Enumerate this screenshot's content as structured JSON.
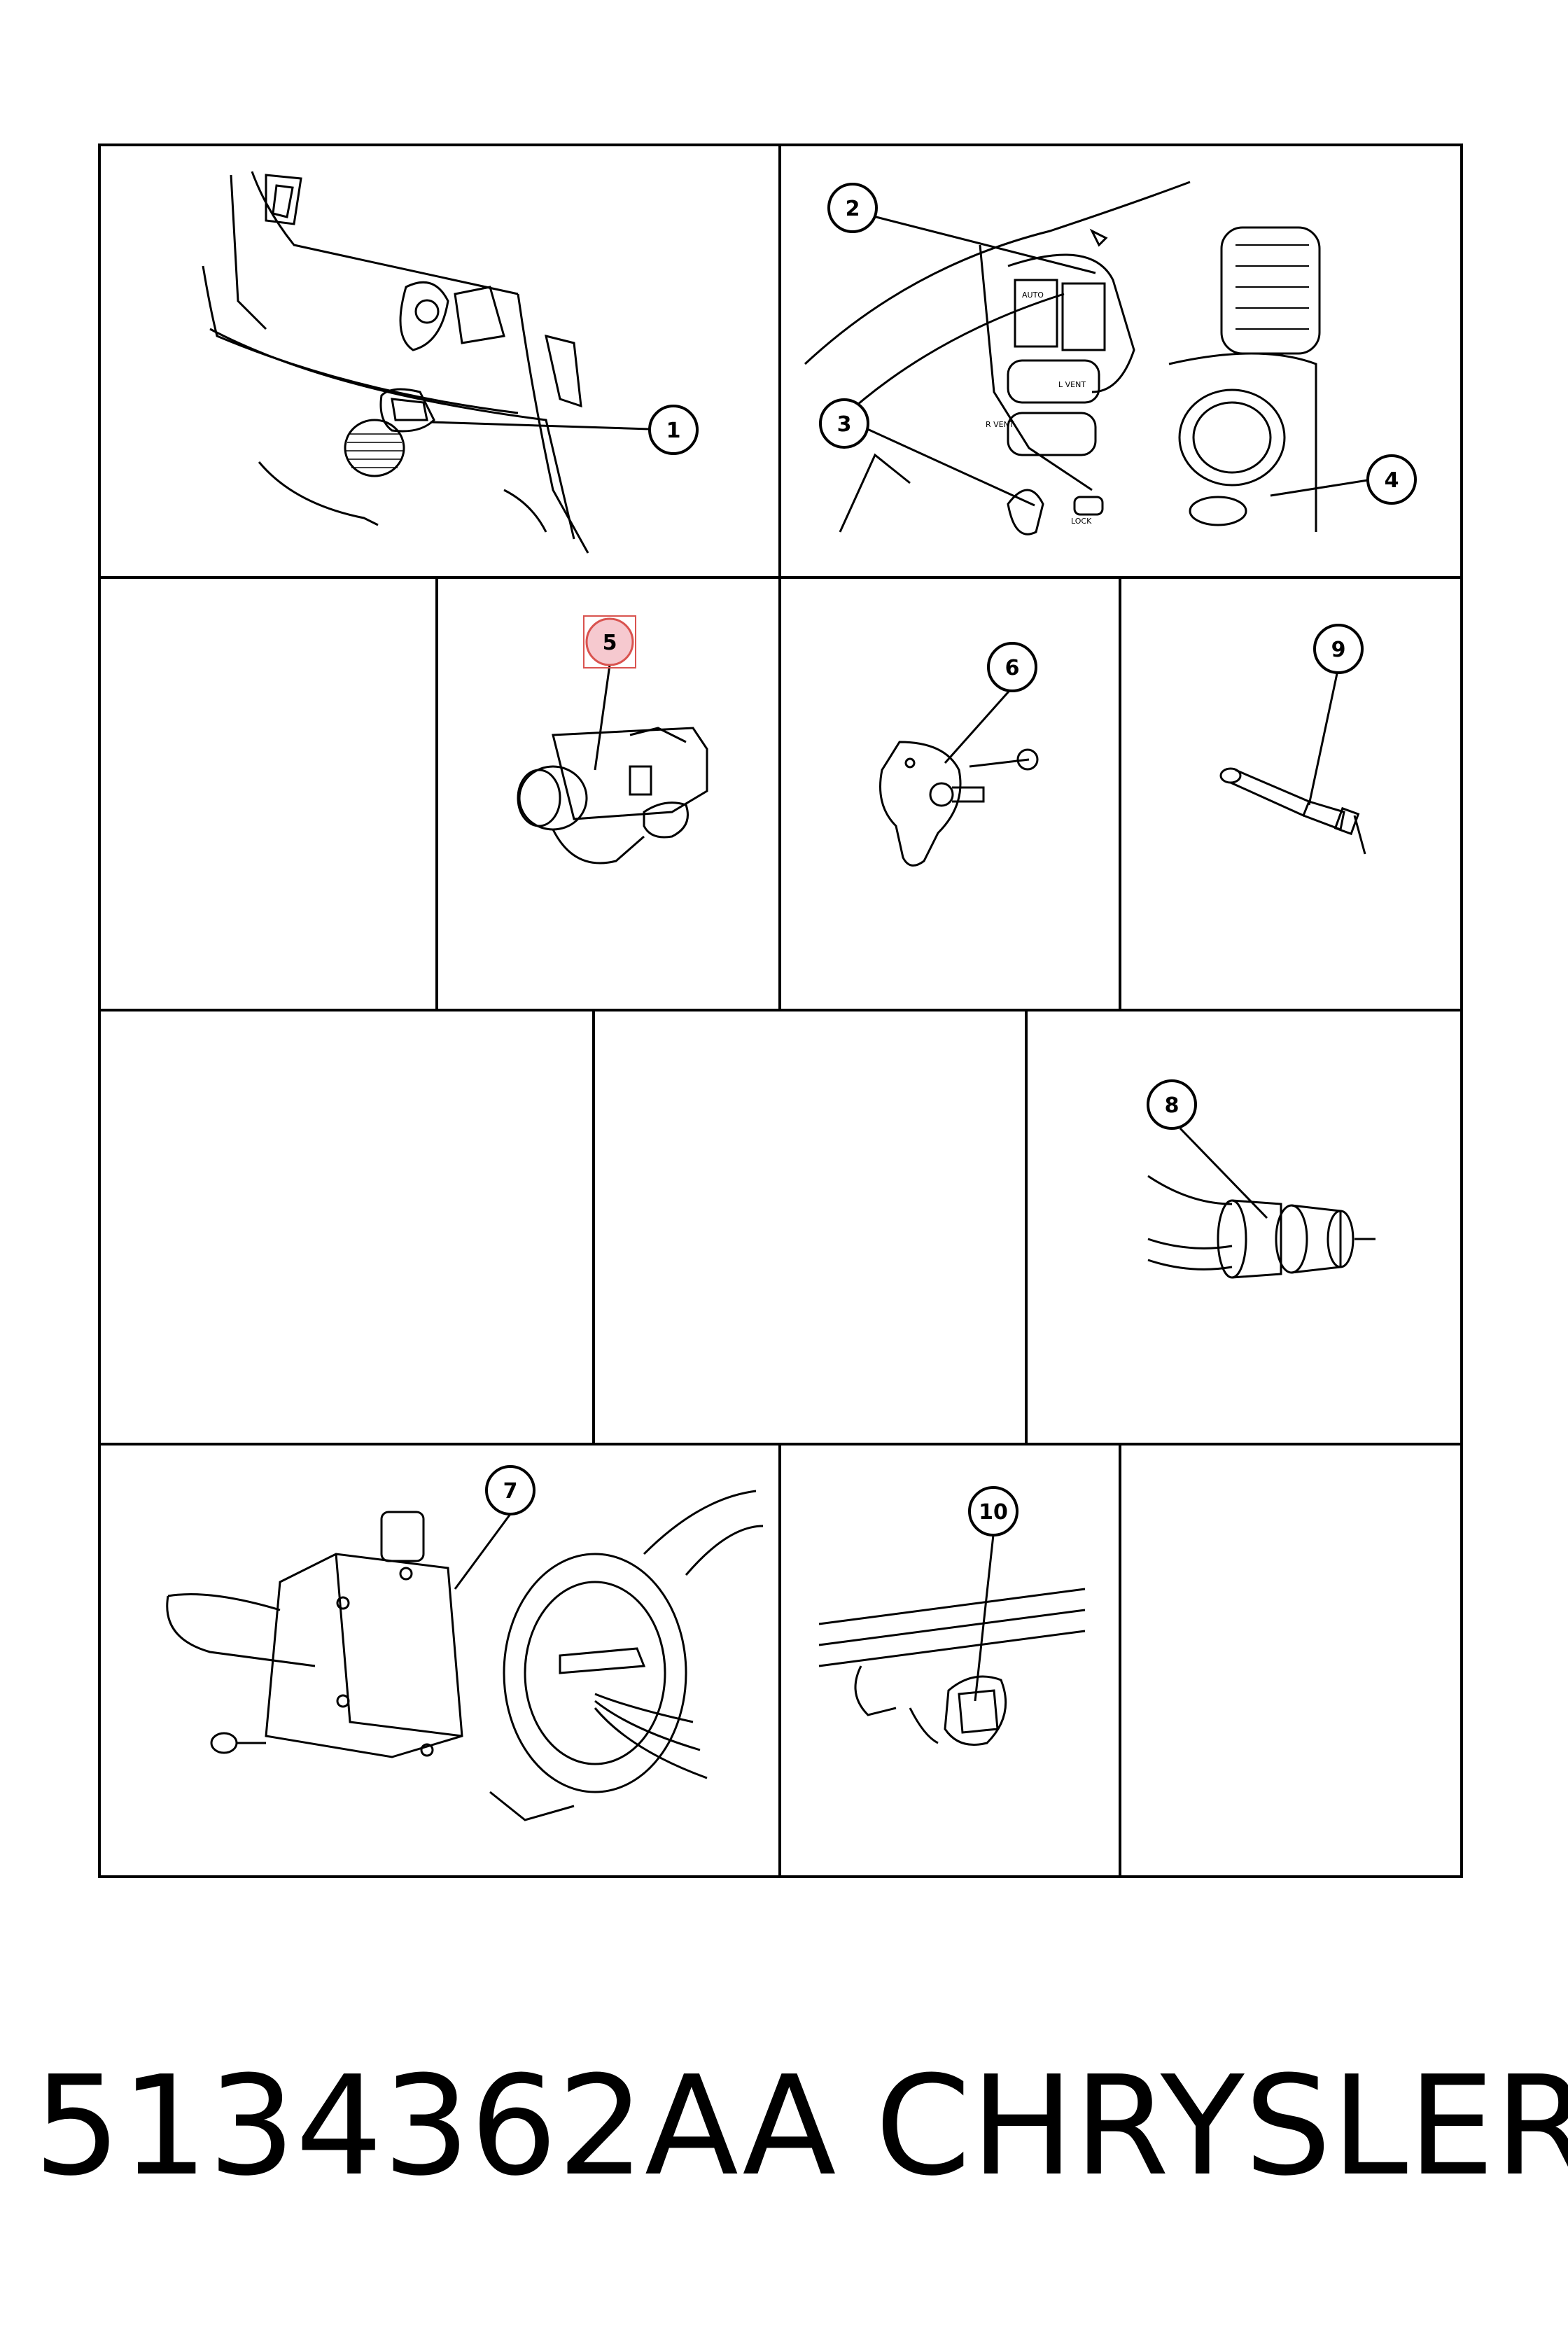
{
  "callouts": [
    {
      "id": "1",
      "label": "1"
    },
    {
      "id": "2",
      "label": "2"
    },
    {
      "id": "3",
      "label": "3"
    },
    {
      "id": "4",
      "label": "4"
    },
    {
      "id": "5",
      "label": "5",
      "highlighted": true
    },
    {
      "id": "6",
      "label": "6"
    },
    {
      "id": "7",
      "label": "7"
    },
    {
      "id": "8",
      "label": "8"
    },
    {
      "id": "9",
      "label": "9"
    },
    {
      "id": "10",
      "label": "10"
    }
  ],
  "switch_labels": {
    "auto": "AUTO",
    "l_vent": "L VENT",
    "r_vent": "R VENT",
    "lock": "LOCK"
  },
  "caption": {
    "part_number": "5134362AA",
    "brand": "CHRYSLER"
  },
  "colors": {
    "line": "#000000",
    "highlight_fill": "#f6c9cf",
    "highlight_stroke": "#d9534f",
    "background": "#ffffff"
  }
}
